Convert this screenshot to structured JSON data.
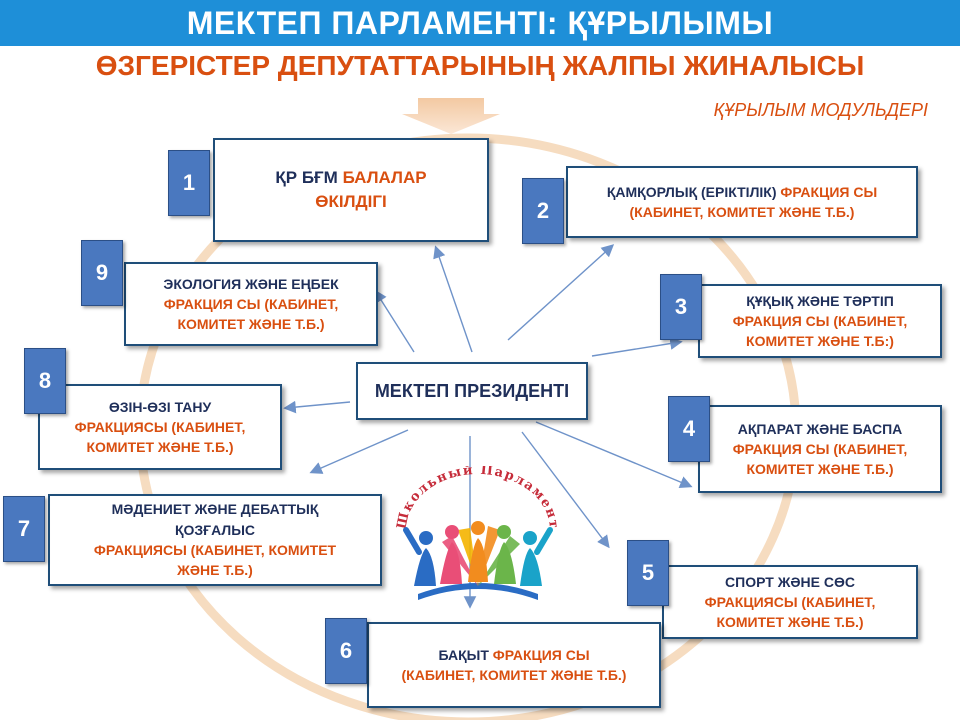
{
  "header": {
    "title": "МЕКТЕП ПАРЛАМЕНТІ: ҚҰРЫЛЫМЫ",
    "subtitle": "ӨЗГЕРІСТЕР ДЕПУТАТТАРЫНЫҢ ЖАЛПЫ ЖИНАЛЫСЫ",
    "modules_label": "ҚҰРЫЛЫМ МОДУЛЬДЕРІ"
  },
  "president": {
    "label": "МЕКТЕП ПРЕЗИДЕНТІ"
  },
  "logo": {
    "caption": "Школьный Парламент",
    "icon": "school-parliament-logo"
  },
  "modules": [
    {
      "number": "1",
      "lines": [
        [
          {
            "t": "ҚР БҒМ ",
            "c": "dark"
          },
          {
            "t": "БАЛАЛАР",
            "c": "orange"
          }
        ],
        [
          {
            "t": "ӨКІЛДІГІ",
            "c": "orange"
          }
        ]
      ]
    },
    {
      "number": "2",
      "lines": [
        [
          {
            "t": "ҚАМҚОРЛЫҚ (ЕРІКТІЛІК) ",
            "c": "dark"
          },
          {
            "t": "ФРАКЦИЯ СЫ",
            "c": "orange"
          }
        ],
        [
          {
            "t": "(КАБИНЕТ, КОМИТЕТ ЖӘНЕ Т.Б.)",
            "c": "orange"
          }
        ]
      ]
    },
    {
      "number": "3",
      "lines": [
        [
          {
            "t": "ҚҰҚЫҚ ЖӘНЕ ТӘРТІП",
            "c": "dark"
          }
        ],
        [
          {
            "t": "ФРАКЦИЯ СЫ (КАБИНЕТ,",
            "c": "orange"
          }
        ],
        [
          {
            "t": "КОМИТЕТ ЖӘНЕ Т.Б:)",
            "c": "orange"
          }
        ]
      ]
    },
    {
      "number": "4",
      "lines": [
        [
          {
            "t": "АҚПАРАТ  ЖӘНЕ БАСПА",
            "c": "dark"
          }
        ],
        [
          {
            "t": "ФРАКЦИЯ СЫ (КАБИНЕТ,",
            "c": "orange"
          }
        ],
        [
          {
            "t": "КОМИТЕТ ЖӘНЕ Т.Б.)",
            "c": "orange"
          }
        ]
      ]
    },
    {
      "number": "5",
      "lines": [
        [
          {
            "t": "СПОРТ ЖӘНЕ СӨС",
            "c": "dark"
          }
        ],
        [
          {
            "t": "ФРАКЦИЯСЫ (КАБИНЕТ,",
            "c": "orange"
          }
        ],
        [
          {
            "t": "КОМИТЕТ ЖӘНЕ Т.Б.)",
            "c": "orange"
          }
        ]
      ]
    },
    {
      "number": "6",
      "lines": [
        [
          {
            "t": "БАҚЫТ ",
            "c": "dark"
          },
          {
            "t": "ФРАКЦИЯ СЫ",
            "c": "orange"
          }
        ],
        [
          {
            "t": "(КАБИНЕТ, КОМИТЕТ ЖӘНЕ Т.Б.)",
            "c": "orange"
          }
        ]
      ]
    },
    {
      "number": "7",
      "lines": [
        [
          {
            "t": "МӘДЕНИЕТ ЖӘНЕ ДЕБАТТЫҚ",
            "c": "dark"
          }
        ],
        [
          {
            "t": "ҚОЗҒАЛЫС",
            "c": "dark"
          }
        ],
        [
          {
            "t": "ФРАКЦИЯСЫ (КАБИНЕТ, КОМИТЕТ",
            "c": "orange"
          }
        ],
        [
          {
            "t": "ЖӘНЕ Т.Б.)",
            "c": "orange"
          }
        ]
      ]
    },
    {
      "number": "8",
      "lines": [
        [
          {
            "t": "ӨЗІН-ӨЗІ ТАНУ",
            "c": "dark"
          }
        ],
        [
          {
            "t": "ФРАКЦИЯСЫ (КАБИНЕТ,",
            "c": "orange"
          }
        ],
        [
          {
            "t": "КОМИТЕТ ЖӘНЕ Т.Б.)",
            "c": "orange"
          }
        ]
      ]
    },
    {
      "number": "9",
      "lines": [
        [
          {
            "t": "ЭКОЛОГИЯ ЖӘНЕ ЕҢБЕК",
            "c": "dark"
          }
        ],
        [
          {
            "t": "ФРАКЦИЯ СЫ (КАБИНЕТ,",
            "c": "orange"
          }
        ],
        [
          {
            "t": "КОМИТЕТ ЖӘНЕ Т.Б.)",
            "c": "orange"
          }
        ]
      ]
    }
  ],
  "colors": {
    "title_bar": "#1e8fd8",
    "accent_orange": "#d94f10",
    "text_dark": "#1f2f5a",
    "badge": "#4a78bf",
    "box_border": "#1f4e79",
    "ring": "#f6dcc0",
    "connector": "#6f93c9"
  }
}
